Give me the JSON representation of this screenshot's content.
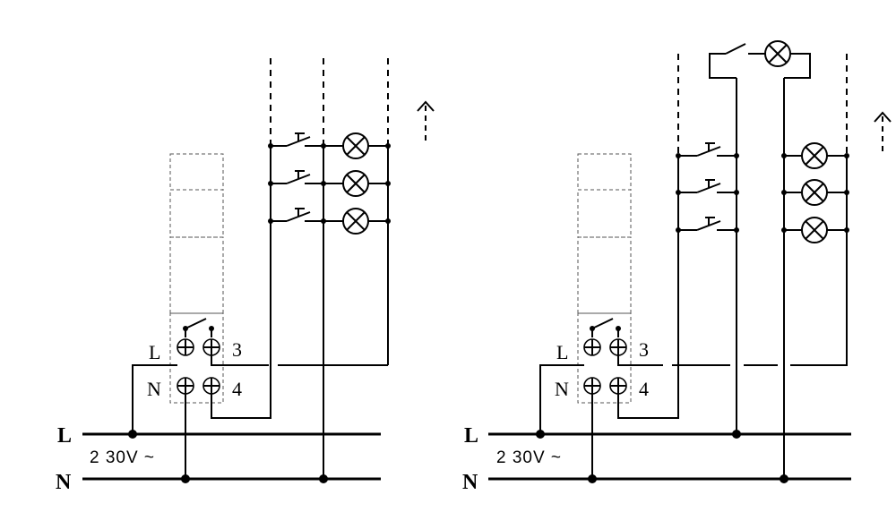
{
  "labels": {
    "line": "L",
    "neutral": "N",
    "voltage": "2 30V ~",
    "terminal_l": "L",
    "terminal_n": "N",
    "terminal_3": "3",
    "terminal_4": "4"
  },
  "diagrams": [
    {
      "id": "left",
      "push_buttons": 3,
      "lamps": 3
    },
    {
      "id": "right",
      "push_buttons": 3,
      "lamps": 4
    }
  ]
}
